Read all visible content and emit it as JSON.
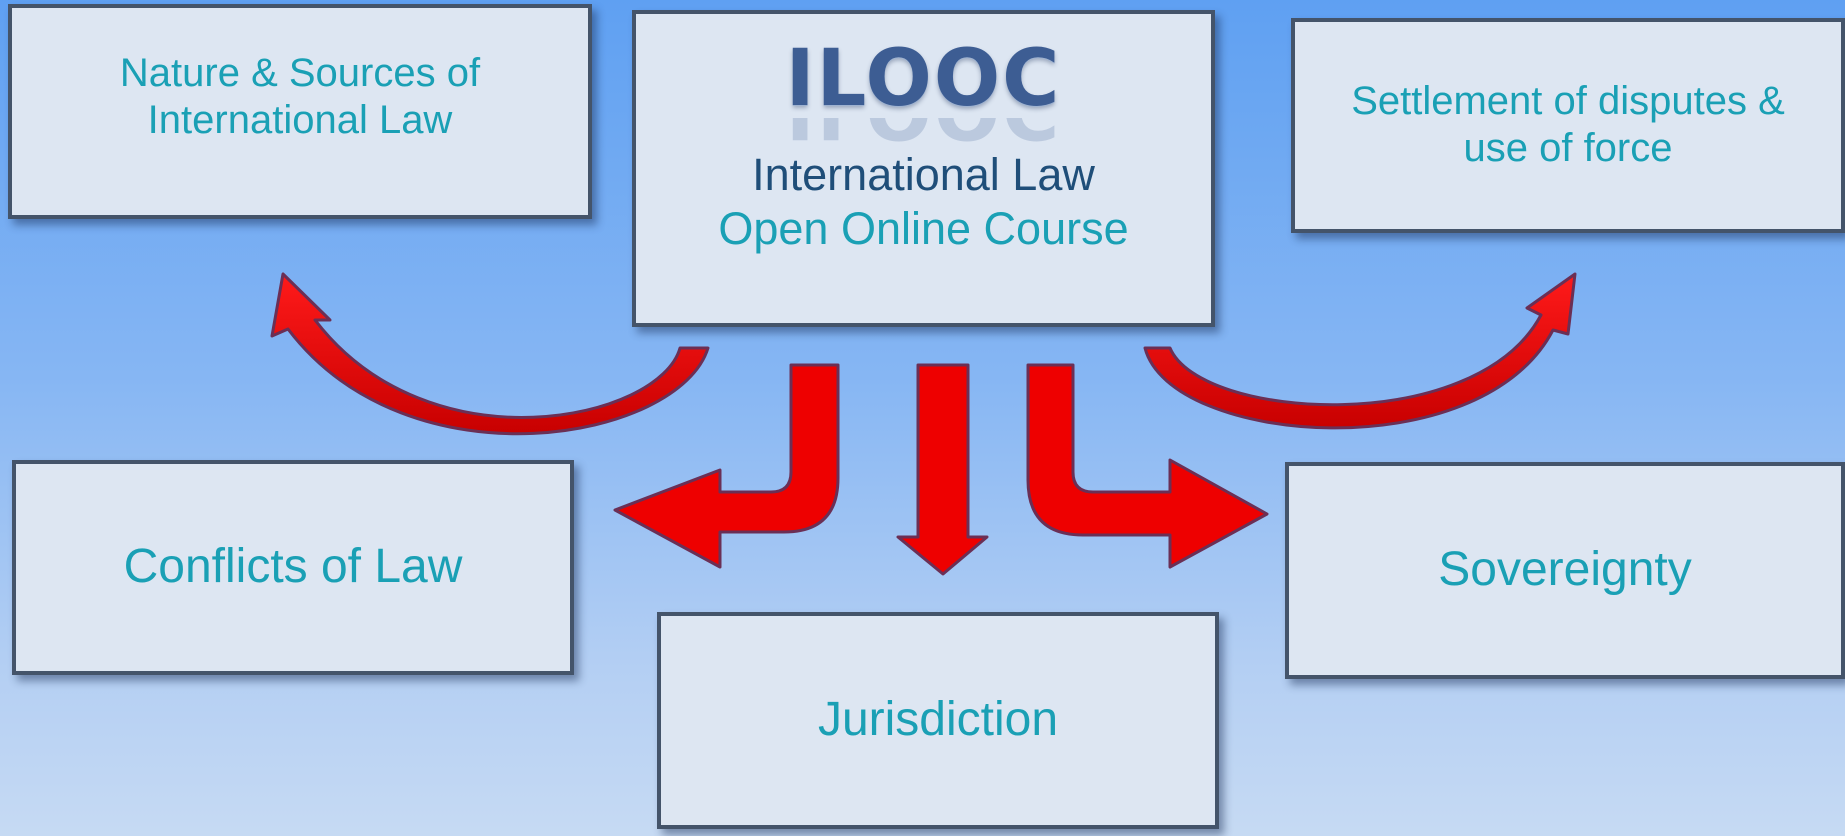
{
  "center": {
    "acronym": "ILOOC",
    "line1": "International Law",
    "line2": "Open Online Course"
  },
  "topics": {
    "nature": {
      "line1": "Nature & Sources of",
      "line2": "International Law"
    },
    "settlement": {
      "line1": "Settlement of disputes &",
      "line2": "use of force"
    },
    "conflicts": "Conflicts of Law",
    "jurisdiction": "Jurisdiction",
    "sovereignty": "Sovereignty"
  },
  "colors": {
    "arrow_fill": "#ee0000",
    "arrow_outline": "#6b2f55",
    "box_fill": "#dde6f2",
    "box_border": "#44546a",
    "topic_text": "#1aa0b5",
    "title_text": "#1f4e79"
  }
}
